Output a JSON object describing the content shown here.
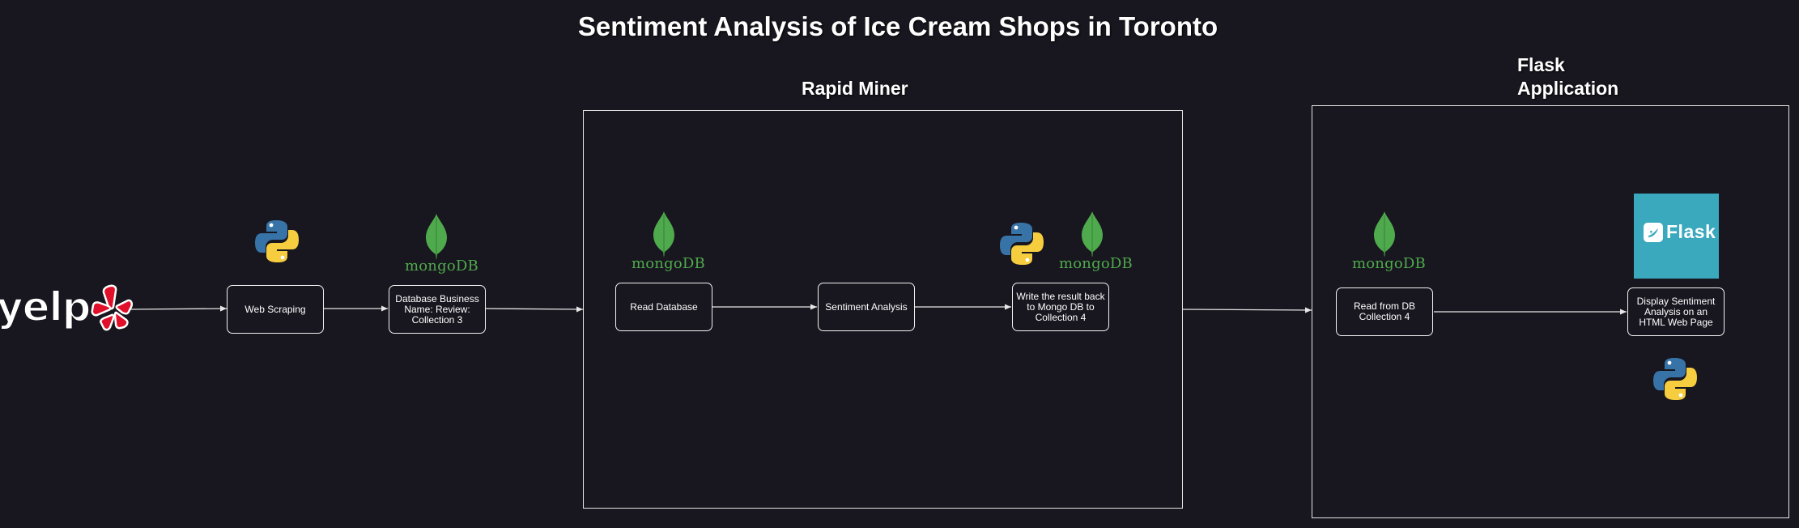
{
  "diagram": {
    "title": "Sentiment Analysis of Ice Cream Shops in Toronto",
    "groups": {
      "rapid_miner": "Rapid Miner",
      "flask_app_line1": "Flask",
      "flask_app_line2": "Application"
    },
    "nodes": {
      "web_scraping": "Web Scraping",
      "database_collection3": "Database Business Name: Review: Collection 3",
      "read_database": "Read Database",
      "sentiment_analysis": "Sentiment Analysis",
      "write_result": "Write the result back to Mongo DB to Collection 4",
      "read_from_db": "Read from DB Collection 4",
      "display_sentiment": "Display Sentiment Analysis on an HTML Web Page"
    },
    "logos": {
      "yelp": "yelp",
      "mongodb": "mongoDB",
      "flask": "Flask"
    }
  },
  "colors": {
    "background": "#18161e",
    "stroke": "#e6e6e6",
    "mongo_green": "#4fa94d",
    "yelp_red": "#e0102b",
    "python_blue": "#3873a8",
    "python_yellow": "#f5cd3e",
    "flask_teal": "#3aa8bd"
  },
  "icons": [
    "yelp-logo",
    "python-logo",
    "mongodb-leaf-icon",
    "flask-logo"
  ]
}
